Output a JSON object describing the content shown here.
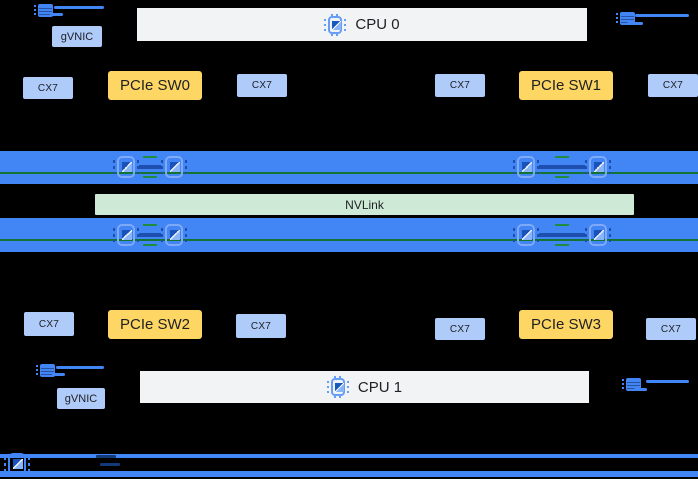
{
  "diagram": {
    "nvlink": {
      "label": "NVLink"
    },
    "cpus": [
      {
        "label": "CPU 0"
      },
      {
        "label": "CPU 1"
      }
    ],
    "gvnic": [
      {
        "label": "gVNIC"
      },
      {
        "label": "gVNIC"
      }
    ],
    "top_row": [
      {
        "label": "CX7",
        "type": "nic"
      },
      {
        "label": "PCIe SW0",
        "type": "pcie-switch"
      },
      {
        "label": "CX7",
        "type": "nic"
      },
      {
        "label": "CX7",
        "type": "nic"
      },
      {
        "label": "PCIe SW1",
        "type": "pcie-switch"
      },
      {
        "label": "CX7",
        "type": "nic"
      }
    ],
    "bottom_row": [
      {
        "label": "CX7",
        "type": "nic"
      },
      {
        "label": "PCIe SW2",
        "type": "pcie-switch"
      },
      {
        "label": "CX7",
        "type": "nic"
      },
      {
        "label": "CX7",
        "type": "nic"
      },
      {
        "label": "PCIe SW3",
        "type": "pcie-switch"
      },
      {
        "label": "CX7",
        "type": "nic"
      }
    ],
    "gpu_bands": {
      "band_count": 2,
      "gpu_icons_per_band": 4
    },
    "colors": {
      "band_blue": "#4285f4",
      "nic_light_blue": "#aecbfa",
      "switch_yellow": "#fdd663",
      "cpu_gray": "#f1f3f4",
      "nvlink_green": "#ceead6",
      "interconnect_line_green": "#137333",
      "text": "#202124",
      "background": "#000000"
    },
    "icons": {
      "cpu_chip": "chip-with-pins",
      "gpu_chip": "chip-with-pins-on-band",
      "network_port": "port-glyph-with-line"
    }
  }
}
